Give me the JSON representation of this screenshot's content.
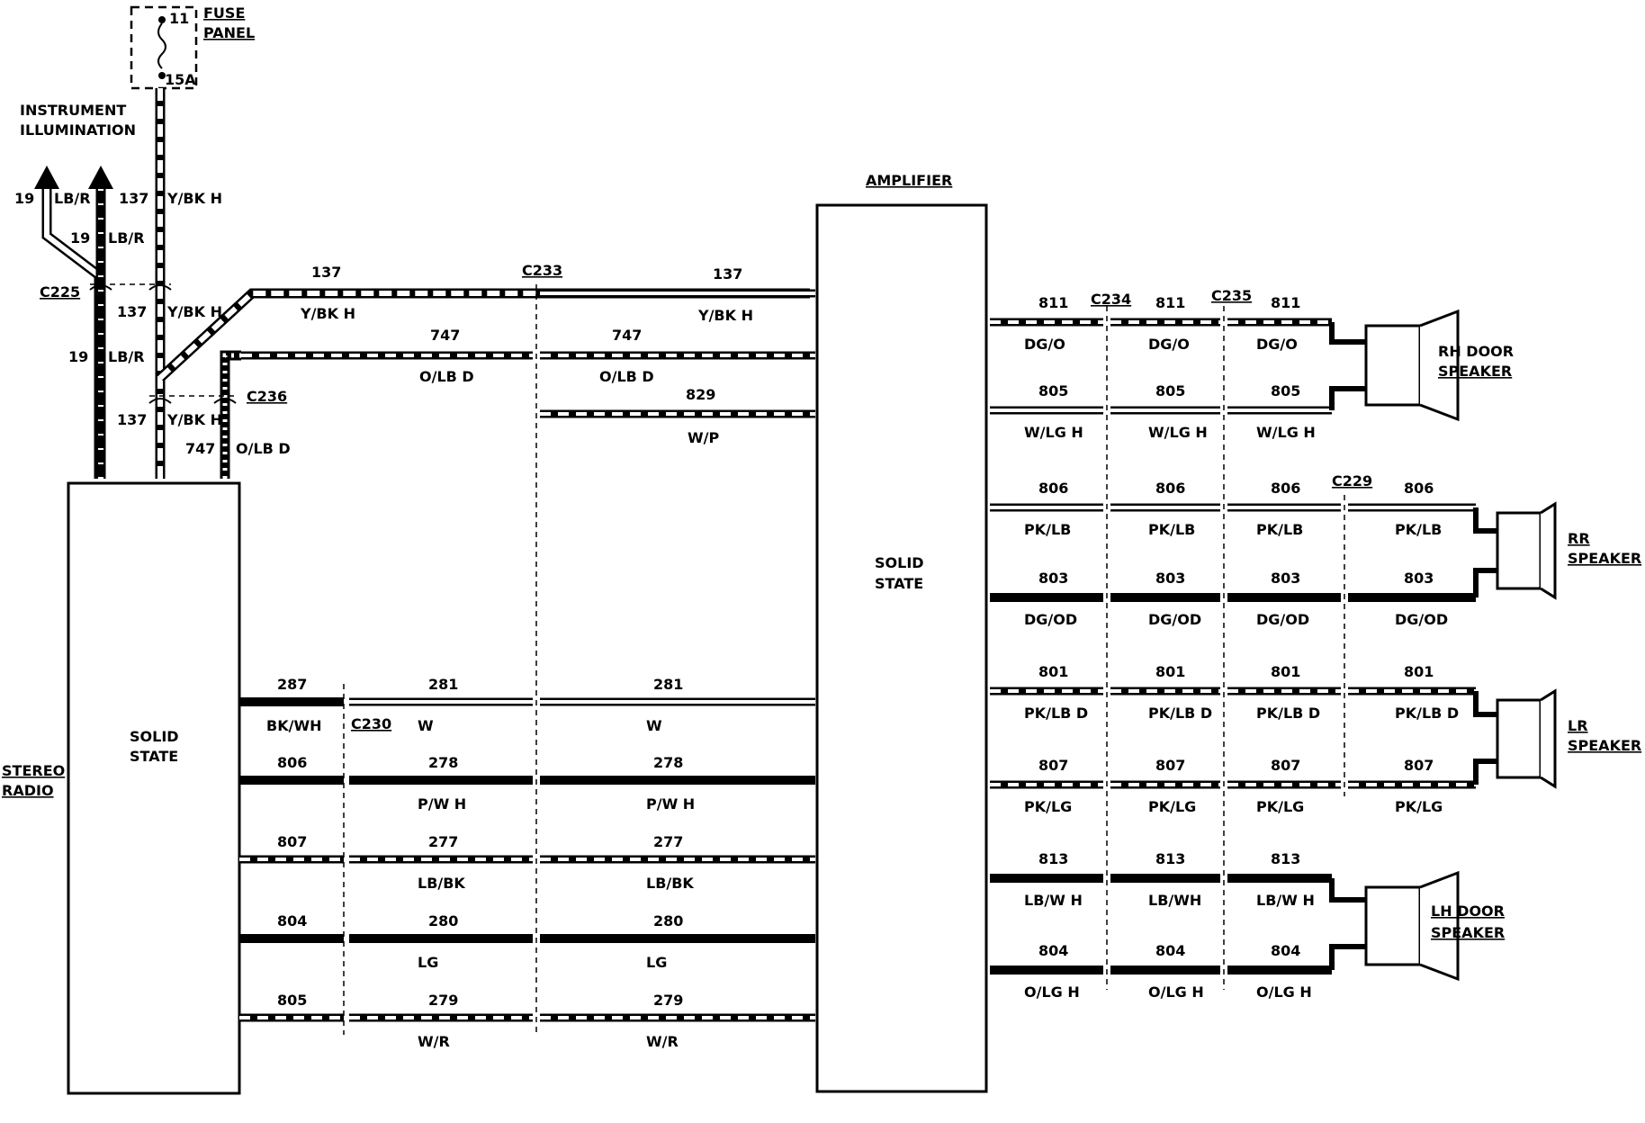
{
  "fuse": {
    "number": "11",
    "rating": "15A",
    "label1": "FUSE",
    "label2": "PANEL"
  },
  "illumination": {
    "line1": "INSTRUMENT",
    "line2": "ILLUMINATION"
  },
  "radio": {
    "title1": "STEREO",
    "title2": "RADIO",
    "inner1": "SOLID",
    "inner2": "STATE"
  },
  "amplifier": {
    "title": "AMPLIFIER",
    "inner1": "SOLID",
    "inner2": "STATE"
  },
  "speakers": {
    "rh_door": [
      "RH DOOR",
      "SPEAKER"
    ],
    "rr": [
      "RR",
      "SPEAKER"
    ],
    "lr": [
      "LR",
      "SPEAKER"
    ],
    "lh_door": [
      "LH DOOR",
      "SPEAKER"
    ]
  },
  "connectors": [
    "C225",
    "C236",
    "C233",
    "C230",
    "C234",
    "C235",
    "C229"
  ],
  "left_labels": [
    [
      "19",
      "LB/R"
    ],
    [
      "19",
      "LB/R"
    ],
    [
      "137",
      "Y/BK H"
    ],
    [
      "137",
      "Y/BK H"
    ],
    [
      "19",
      "LB/R"
    ],
    [
      "137",
      "Y/BK H"
    ],
    [
      "747",
      "O/LB D"
    ]
  ],
  "top_wires": [
    [
      "137",
      "Y/BK H",
      "137",
      "Y/BK H"
    ],
    [
      "747",
      "O/LB D",
      "747",
      "O/LB D"
    ],
    [
      "",
      "",
      "829",
      "W/P"
    ]
  ],
  "radio_wires": [
    [
      "287",
      "BK/WH",
      "281",
      "W",
      "281",
      "W"
    ],
    [
      "806",
      "",
      "278",
      "P/W H",
      "278",
      "P/W H"
    ],
    [
      "807",
      "",
      "277",
      "LB/BK",
      "277",
      "LB/BK"
    ],
    [
      "804",
      "",
      "280",
      "LG",
      "280",
      "LG"
    ],
    [
      "805",
      "",
      "279",
      "W/R",
      "279",
      "W/R"
    ]
  ],
  "speaker_wires": [
    [
      "811",
      "DG/O",
      "811",
      "DG/O",
      "811",
      "DG/O",
      "",
      ""
    ],
    [
      "805",
      "W/LG H",
      "805",
      "W/LG H",
      "805",
      "W/LG H",
      "",
      ""
    ],
    [
      "806",
      "PK/LB",
      "806",
      "PK/LB",
      "806",
      "PK/LB",
      "806",
      "PK/LB"
    ],
    [
      "803",
      "DG/OD",
      "803",
      "DG/OD",
      "803",
      "DG/OD",
      "803",
      "DG/OD"
    ],
    [
      "801",
      "PK/LB D",
      "801",
      "PK/LB D",
      "801",
      "PK/LB D",
      "801",
      "PK/LB D"
    ],
    [
      "807",
      "PK/LG",
      "807",
      "PK/LG",
      "807",
      "PK/LG",
      "807",
      "PK/LG"
    ],
    [
      "813",
      "LB/W H",
      "813",
      "LB/WH",
      "813",
      "LB/W H",
      "",
      ""
    ],
    [
      "804",
      "O/LG H",
      "804",
      "O/LG H",
      "804",
      "O/LG H",
      "",
      ""
    ]
  ],
  "colors": {
    "line": "#000000",
    "background": "#ffffff"
  }
}
